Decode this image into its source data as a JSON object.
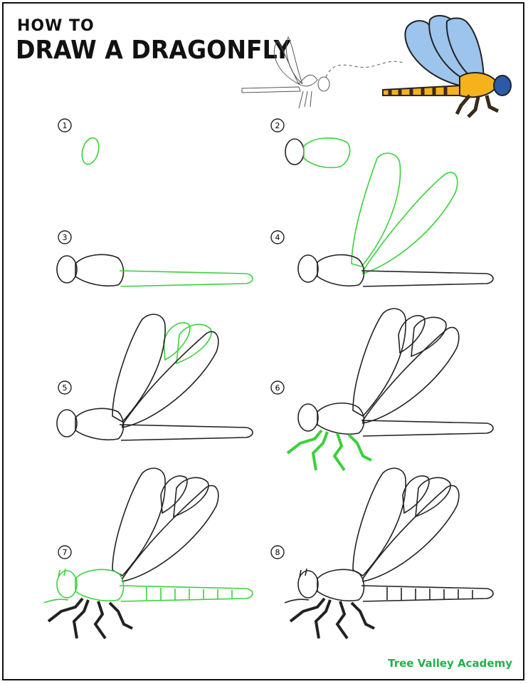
{
  "header": {
    "subtitle": "HOW TO",
    "title": "DRAW A DRAGONFLY"
  },
  "steps": [
    {
      "label": "1"
    },
    {
      "label": "2"
    },
    {
      "label": "3"
    },
    {
      "label": "4"
    },
    {
      "label": "5"
    },
    {
      "label": "6"
    },
    {
      "label": "7"
    },
    {
      "label": "8"
    }
  ],
  "footer": {
    "brand": "Tree Valley Academy"
  },
  "colors": {
    "new_lines": "#3ad13a",
    "outline": "#222222",
    "wing_fill": "#9cc4ec",
    "body_yellow": "#f5b21a",
    "body_dark": "#3a2a1a",
    "head_blue": "#2d5aa8",
    "brand_green": "#22b14c"
  }
}
